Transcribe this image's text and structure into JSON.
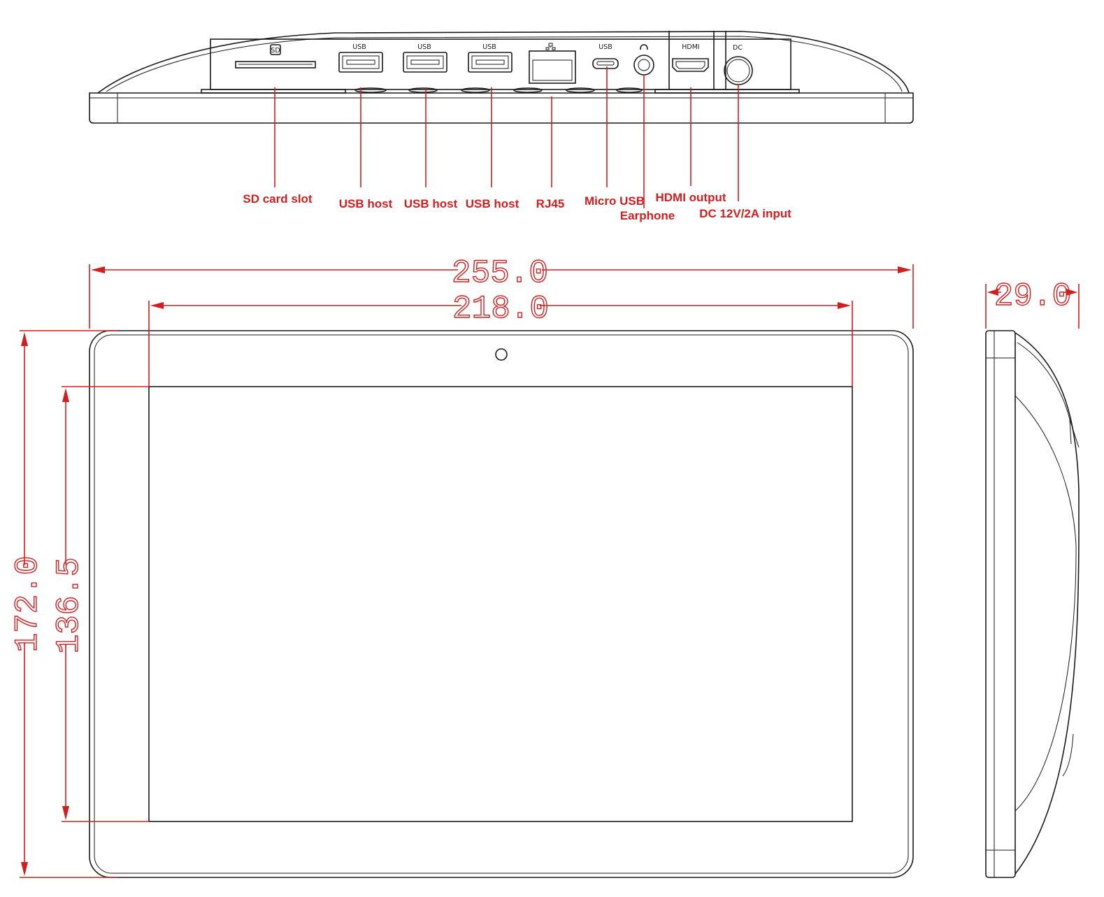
{
  "top_view": {
    "port_labels": {
      "sd": "SD",
      "usb_1": "USB",
      "usb_2": "USB",
      "usb_3": "USB",
      "micro_usb": "USB",
      "hdmi": "HDMI",
      "dc": "DC"
    },
    "callouts": {
      "sd_card_slot": "SD card slot",
      "usb_host_1": "USB host",
      "usb_host_2": "USB host",
      "usb_host_3": "USB host",
      "rj45": "RJ45",
      "micro_usb": "Micro USB",
      "earphone": "Earphone",
      "hdmi_output": "HDMI output",
      "dc_input": "DC 12V/2A input"
    }
  },
  "dimensions": {
    "overall_width": "255.0",
    "screen_width": "218.0",
    "overall_height": "172.0",
    "screen_height": "136.5",
    "depth": "29.0"
  },
  "colors": {
    "outline": "#1a1a1a",
    "dimension": "#d11f1f"
  }
}
